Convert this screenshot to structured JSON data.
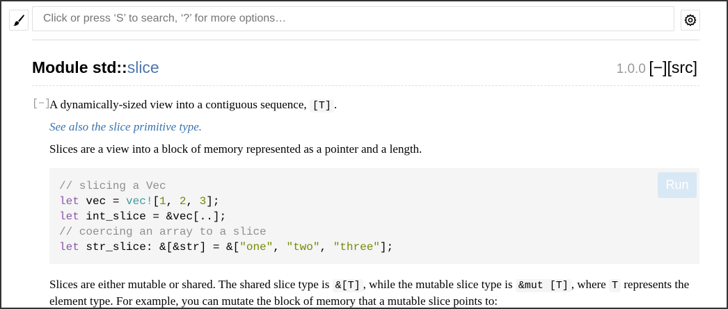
{
  "search": {
    "placeholder": "Click or press ‘S’ to search, ‘?’ for more options…"
  },
  "header": {
    "module_prefix": "Module std::",
    "module_name": "slice",
    "since": "1.0.0",
    "collapse_link": "[−]",
    "src_link": "[src]"
  },
  "doc": {
    "toggle": "[−]",
    "intro_text": "A dynamically-sized view into a contiguous sequence, ",
    "intro_code": "[T]",
    "intro_end": ".",
    "see_also": "See also the slice primitive type",
    "see_also_end": ".",
    "slices_view": "Slices are a view into a block of memory represented as a pointer and a length.",
    "p3_part1": "Slices are either mutable or shared. The shared slice type is ",
    "p3_code1": "&[T]",
    "p3_part2": ", while the mutable slice type is ",
    "p3_code2": "&mut [T]",
    "p3_part3": ", where ",
    "p3_code3": "T",
    "p3_part4": " represents the element type. For example, you can mutate the block of memory that a mutable slice points to:"
  },
  "code": {
    "line1_comment": "// slicing a Vec",
    "line2_kw": "let",
    "line2_a": " vec = ",
    "line2_macro": "vec!",
    "line2_b": "[",
    "line2_n1": "1",
    "line2_c": ", ",
    "line2_n2": "2",
    "line2_d": ", ",
    "line2_n3": "3",
    "line2_e": "];",
    "line3_kw": "let",
    "line3_rest": " int_slice = &vec[..];",
    "line4_comment": "// coercing an array to a slice",
    "line5_kw": "let",
    "line5_a": " str_slice: &[&str] = &[",
    "line5_s1": "\"one\"",
    "line5_b": ", ",
    "line5_s2": "\"two\"",
    "line5_c": ", ",
    "line5_s3": "\"three\"",
    "line5_d": "];",
    "run_label": "Run"
  },
  "colors": {
    "link": "#4d76ae",
    "see_also": "#3873ad",
    "code_bg": "#f5f5f5",
    "run_bg": "#d9e8f5"
  }
}
